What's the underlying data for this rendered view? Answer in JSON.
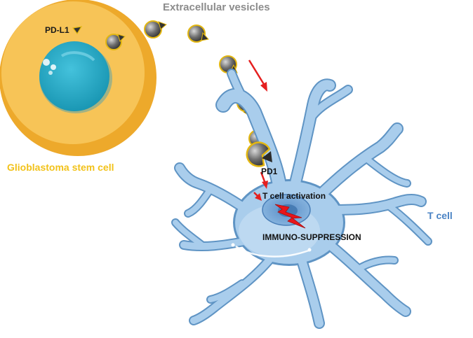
{
  "labels": {
    "extracellular_vesicles": "Extracellular vesicles",
    "pd_l1": "PD-L1",
    "glioblastoma_stem_cell": "Glioblastoma stem cell",
    "pd1": "PD1",
    "t_cell_activation": "T cell activation",
    "immuno_suppression": "IMMUNO-SUPPRESSION",
    "t_cell": "T cell"
  },
  "colors": {
    "stem_cell_body": "#f7c457",
    "stem_cell_rim": "#eda92b",
    "nucleus": "#1ea2bf",
    "vesicle": "#3d3d3d",
    "vesicle_rim": "#e3b711",
    "t_cell_body": "#a9cdec",
    "t_cell_outline": "#5f94c4",
    "arrows": "#e51f1f",
    "label_title": "#8c8c8c",
    "label_stem_cell": "#f2c21a",
    "label_t_cell": "#4a83c4"
  }
}
